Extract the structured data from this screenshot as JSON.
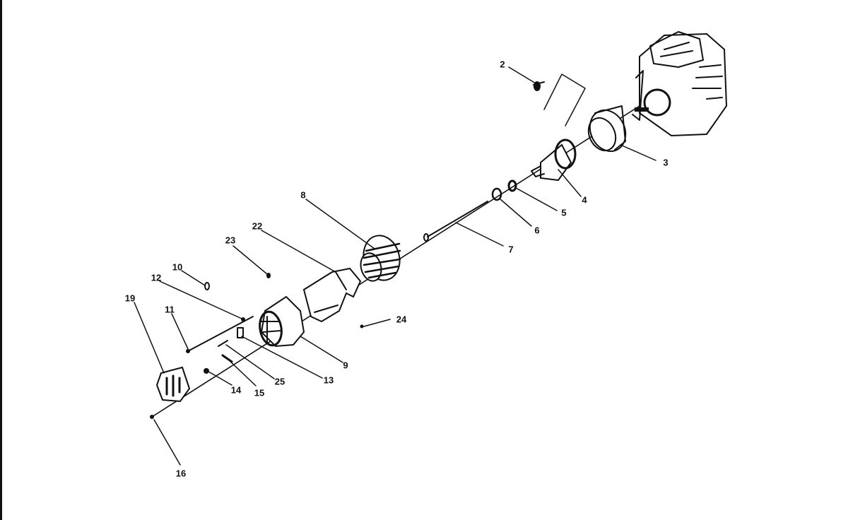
{
  "diagram": {
    "callouts": [
      {
        "id": "2",
        "label": "2"
      },
      {
        "id": "3",
        "label": "3"
      },
      {
        "id": "4",
        "label": "4"
      },
      {
        "id": "5",
        "label": "5"
      },
      {
        "id": "6",
        "label": "6"
      },
      {
        "id": "7",
        "label": "7"
      },
      {
        "id": "8",
        "label": "8"
      },
      {
        "id": "22",
        "label": "22"
      },
      {
        "id": "23",
        "label": "23"
      },
      {
        "id": "10",
        "label": "10"
      },
      {
        "id": "12",
        "label": "12"
      },
      {
        "id": "19",
        "label": "19"
      },
      {
        "id": "11",
        "label": "11"
      },
      {
        "id": "24",
        "label": "24"
      },
      {
        "id": "9",
        "label": "9"
      },
      {
        "id": "13",
        "label": "13"
      },
      {
        "id": "25",
        "label": "25"
      },
      {
        "id": "14",
        "label": "14"
      },
      {
        "id": "15",
        "label": "15"
      },
      {
        "id": "16",
        "label": "16"
      }
    ]
  }
}
